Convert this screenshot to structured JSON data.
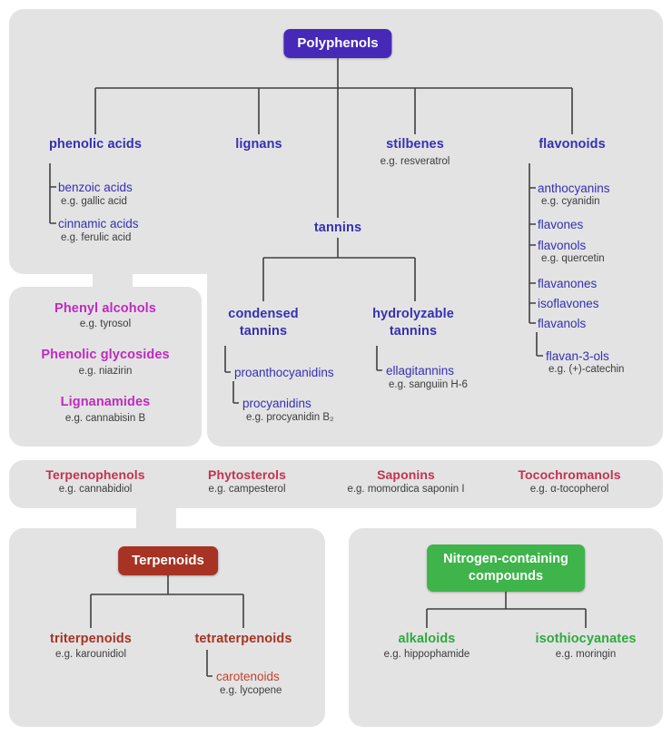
{
  "colors": {
    "panel_gray": "#e3e3e3",
    "polyphenol_purple": "#4629b8",
    "branch_blue": "#3630b2",
    "magenta": "#c02ac0",
    "crimson": "#c23350",
    "terpenoid_red": "#a63323",
    "carotenoid_red": "#c2422e",
    "nitrogen_green": "#3eb44a",
    "example_gray": "#3c3c3c",
    "line_gray": "#404040"
  },
  "polyphenols": {
    "root_label": "Polyphenols",
    "phenolic_acids": {
      "label": "phenolic acids"
    },
    "benzoic_acids": {
      "label": "benzoic acids",
      "example": "e.g. gallic acid"
    },
    "cinnamic_acids": {
      "label": "cinnamic acids",
      "example": "e.g. ferulic acid"
    },
    "lignans": {
      "label": "lignans"
    },
    "stilbenes": {
      "label": "stilbenes",
      "example": "e.g. resveratrol"
    },
    "flavonoids": {
      "label": "flavonoids"
    },
    "anthocyanins": {
      "label": "anthocyanins",
      "example": "e.g. cyanidin"
    },
    "flavones": {
      "label": "flavones"
    },
    "flavonols": {
      "label": "flavonols",
      "example": "e.g. quercetin"
    },
    "flavanones": {
      "label": "flavanones"
    },
    "isoflavones": {
      "label": "isoflavones"
    },
    "flavanols": {
      "label": "flavanols"
    },
    "flavan_3_ols": {
      "label": "flavan-3-ols",
      "example": "e.g. (+)-catechin"
    },
    "tannins": {
      "label": "tannins"
    },
    "condensed_tannins": {
      "label": "condensed\ntannins"
    },
    "proanthocyanidins": {
      "label": "proanthocyanidins"
    },
    "procyanidins": {
      "label": "procyanidins",
      "example": "e.g. procyanidin B₂"
    },
    "hydrolyzable_tannins": {
      "label": "hydrolyzable\ntannins"
    },
    "ellagitannins": {
      "label": "ellagitannins",
      "example": "e.g. sanguiin H-6"
    }
  },
  "phenolic_misc": {
    "phenyl_alcohols": {
      "label": "Phenyl alcohols",
      "example": "e.g. tyrosol"
    },
    "phenolic_glycosides": {
      "label": "Phenolic glycosides",
      "example": "e.g. niazirin"
    },
    "lignanamides": {
      "label": "Lignanamides",
      "example": "e.g. cannabisin B"
    }
  },
  "strip": {
    "terpenophenols": {
      "label": "Terpenophenols",
      "example": "e.g. cannabidiol"
    },
    "phytosterols": {
      "label": "Phytosterols",
      "example": "e.g. campesterol"
    },
    "saponins": {
      "label": "Saponins",
      "example": "e.g. momordica saponin I"
    },
    "tocochromanols": {
      "label": "Tocochromanols",
      "example": "e.g. α-tocopherol"
    }
  },
  "terpenoids": {
    "root_label": "Terpenoids",
    "triterpenoids": {
      "label": "triterpenoids",
      "example": "e.g. karounidiol"
    },
    "tetraterpenoids": {
      "label": "tetraterpenoids"
    },
    "carotenoids": {
      "label": "carotenoids",
      "example": "e.g. lycopene"
    }
  },
  "nitrogen": {
    "root_label": "Nitrogen-containing\ncompounds",
    "alkaloids": {
      "label": "alkaloids",
      "example": "e.g. hippophamide"
    },
    "isothiocyanates": {
      "label": "isothiocyanates",
      "example": "e.g. moringin"
    }
  }
}
